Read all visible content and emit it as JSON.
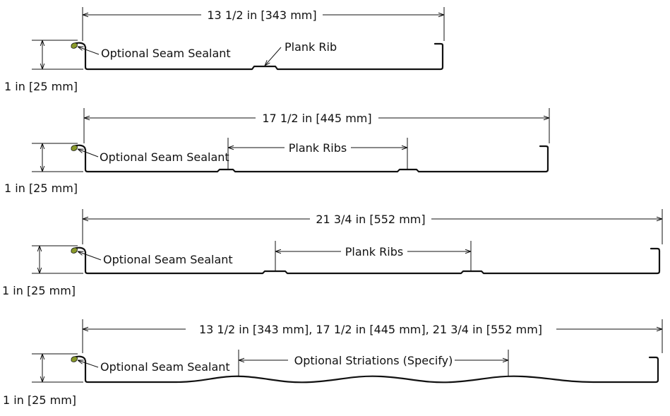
{
  "colors": {
    "line": "#111111",
    "sealant": "#8a9a2a",
    "background": "#ffffff"
  },
  "panels": [
    {
      "width_label": "13 1/2 in [343 mm]",
      "height_label": "1 in [25 mm]",
      "sealant_label": "Optional Seam Sealant",
      "feature_label": "Plank Rib",
      "feature_type": "single-rib"
    },
    {
      "width_label": "17 1/2 in [445 mm]",
      "height_label": "1 in [25 mm]",
      "sealant_label": "Optional Seam Sealant",
      "feature_label": "Plank Ribs",
      "feature_type": "two-ribs"
    },
    {
      "width_label": "21 3/4 in [552 mm]",
      "height_label": "1 in [25 mm]",
      "sealant_label": "Optional Seam Sealant",
      "feature_label": "Plank Ribs",
      "feature_type": "two-ribs"
    },
    {
      "width_label": "13 1/2 in [343 mm], 17 1/2 in [445 mm], 21 3/4 in [552 mm]",
      "height_label": "1 in [25 mm]",
      "sealant_label": "Optional Seam Sealant",
      "feature_label": "Optional Striations (Specify)",
      "feature_type": "striations"
    }
  ]
}
